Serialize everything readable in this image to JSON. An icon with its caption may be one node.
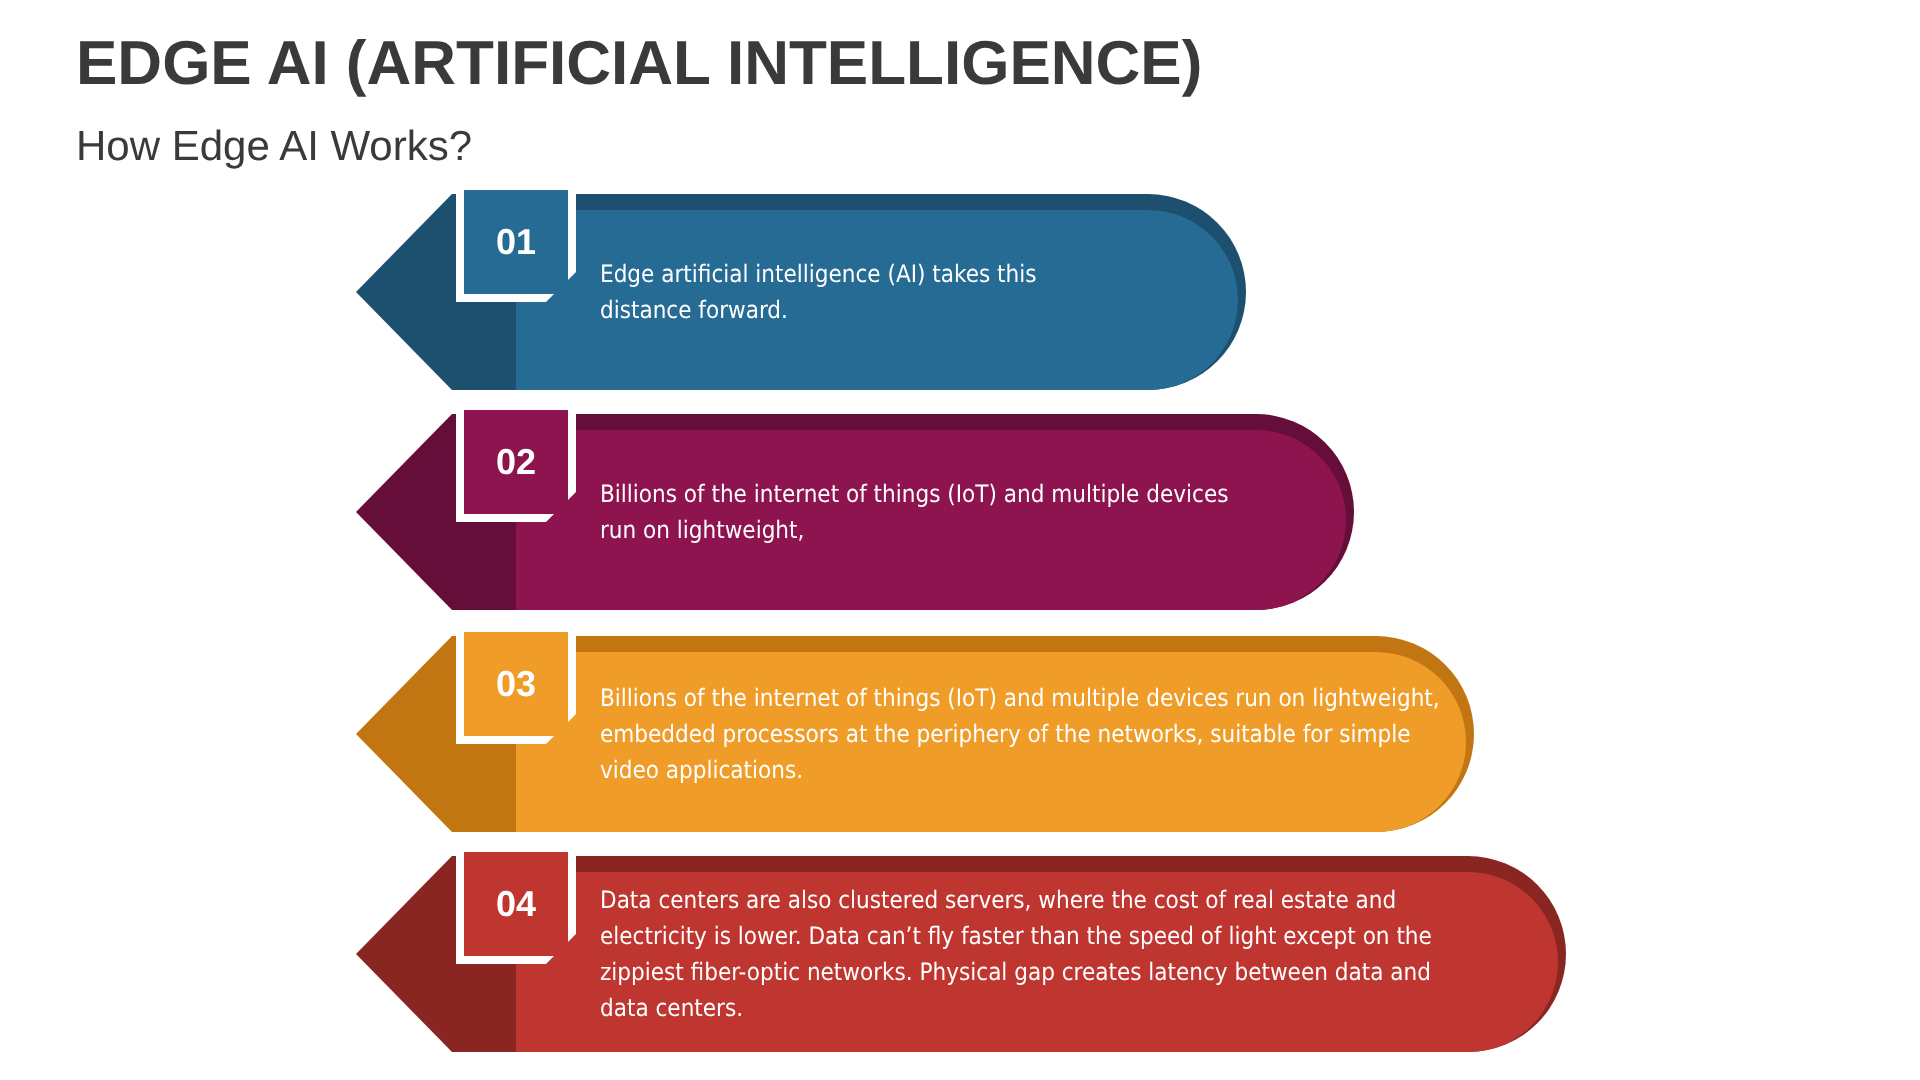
{
  "diagram": {
    "title": "EDGE AI (ARTIFICIAL INTELLIGENCE)",
    "nodes": [
      {
        "text": [
          "Edge artificial intelligence (AI) takes this distance forward."
        ]
      },
      {
        "text": [
          "01"
        ],
        "in": 0
      },
      {
        "text": [
          "Billions of the internet of things (IoT) and multiple devices run on lightweight,"
        ]
      },
      {
        "text": [
          "02"
        ],
        "in": 2
      },
      {
        "text": [
          "Billions of the internet of things (IoT) and multiple devices run on lightweight, embedded processors at the periphery of the networks, suitable for simple video applications."
        ]
      },
      {
        "text": [
          "03"
        ],
        "in": 4
      },
      {
        "text": [
          "Data centers are also clustered servers, where the cost of real estate and electricity is lower. Data can’t fly faster than the speed of light except on the zippiest fiber-optic networks. Physical gap creates latency between data and data centers."
        ]
      },
      {
        "text": [
          "04"
        ],
        "in": 6
      }
    ],
    "edges": [],
    "labels": [
      "How Edge AI Works?"
    ]
  }
}
